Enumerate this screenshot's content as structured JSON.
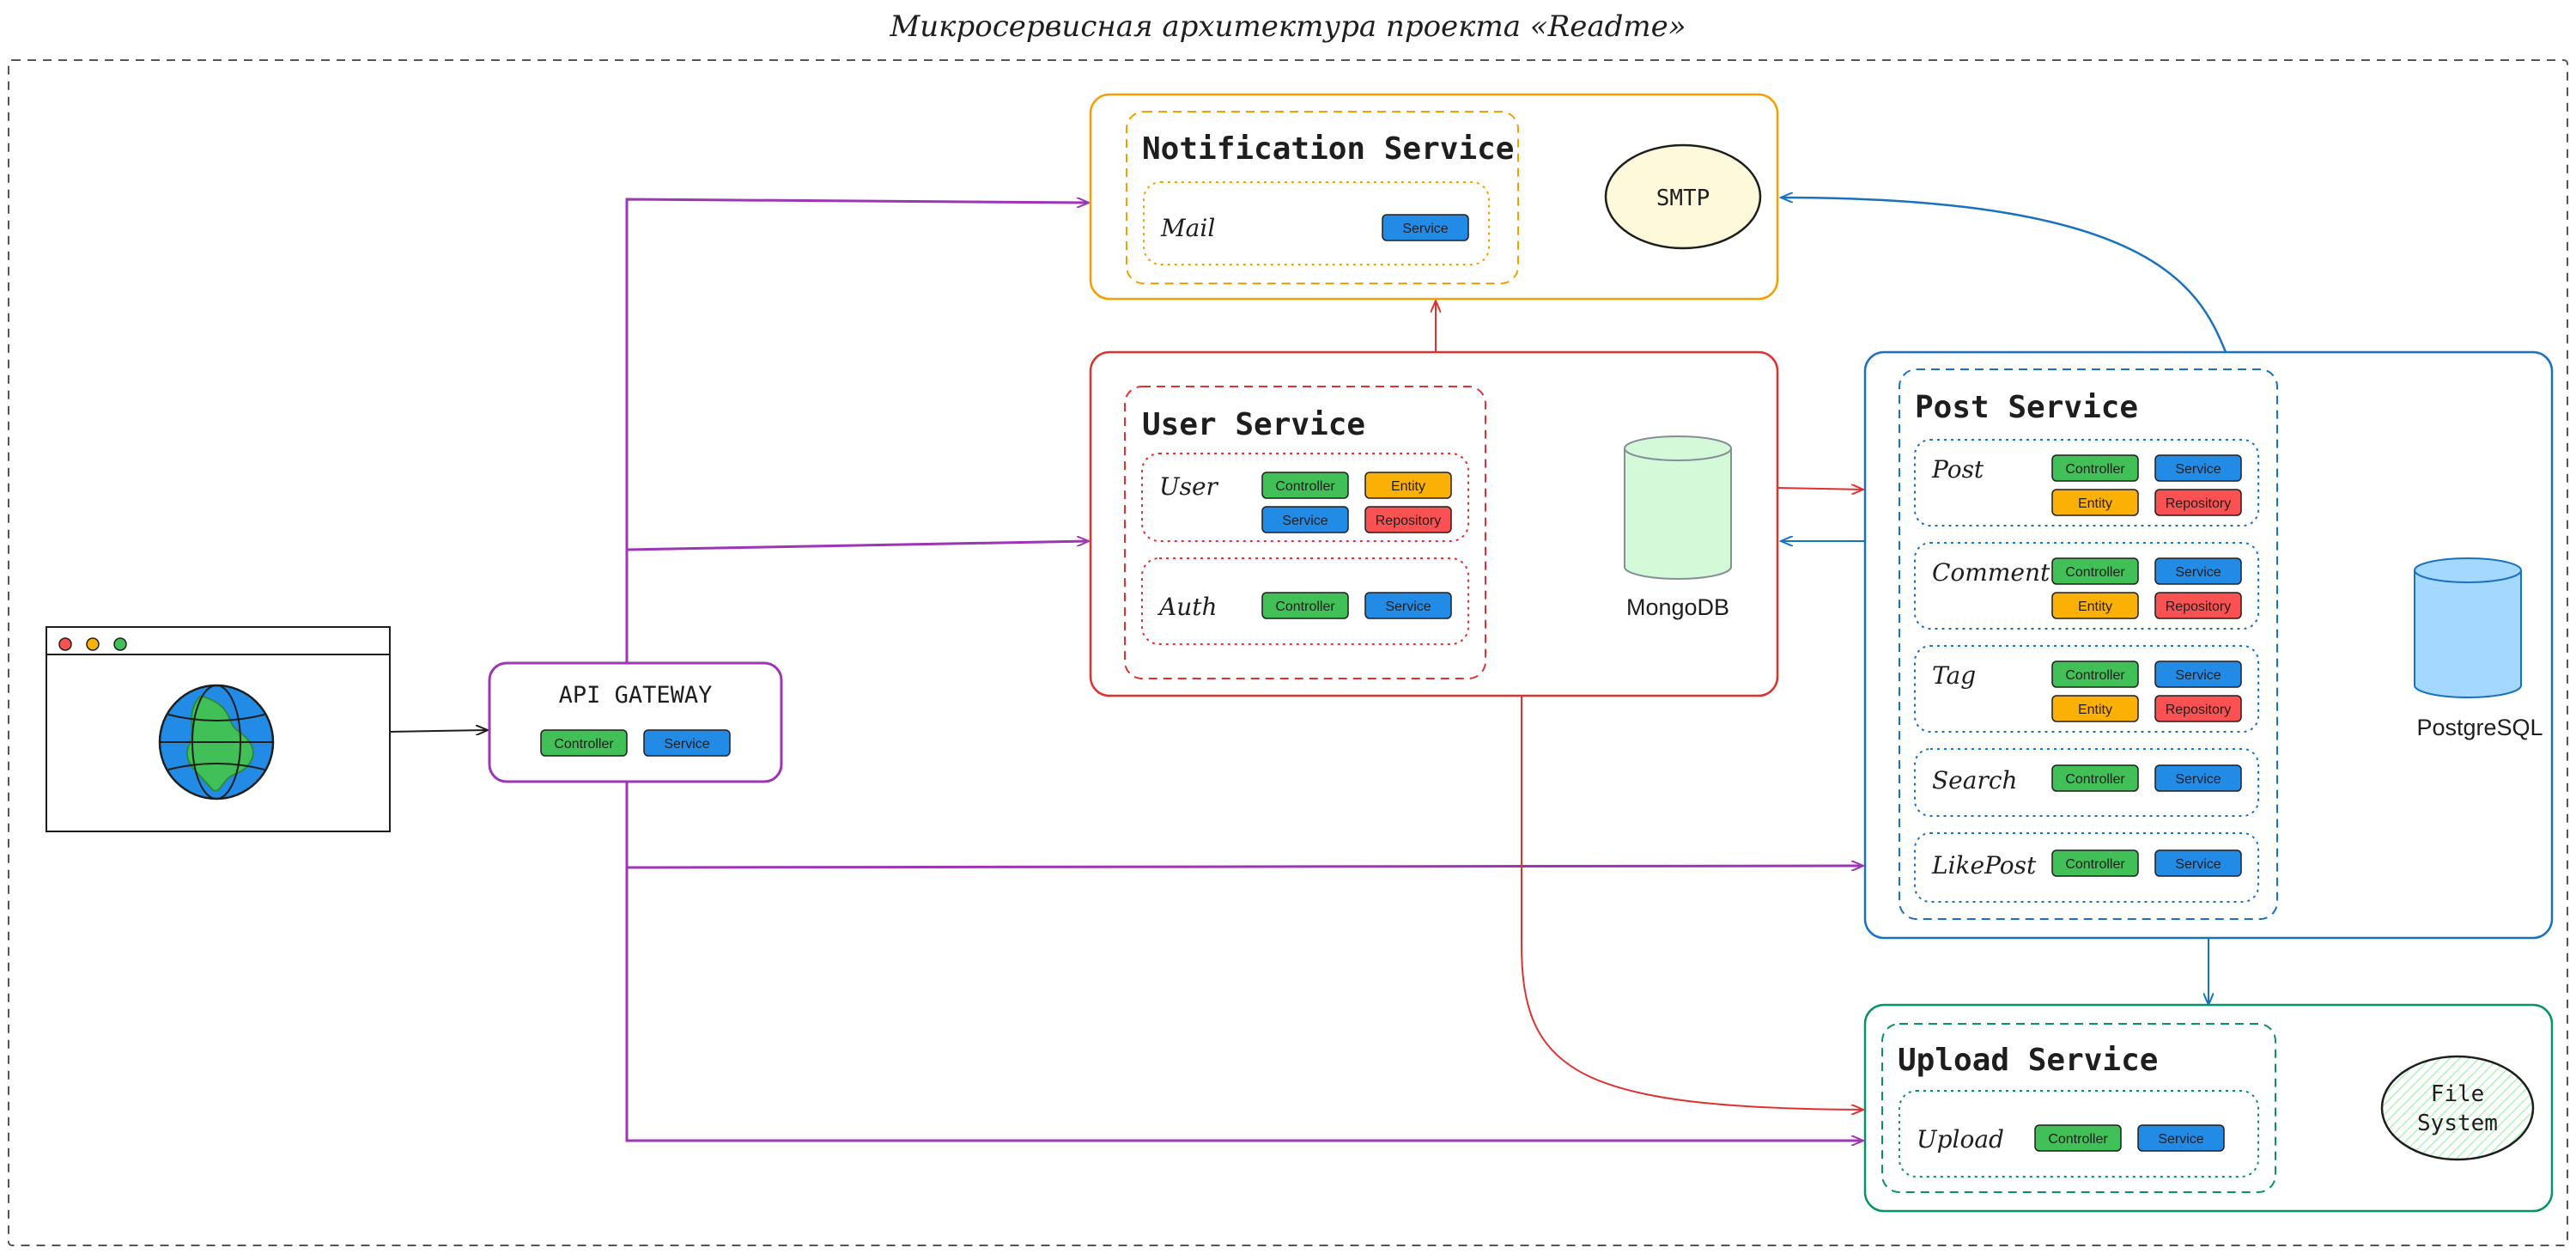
{
  "title": "Микросервисная архитектура проекта «Readme»",
  "gateway": {
    "label": "API GATEWAY",
    "chips": [
      "Controller",
      "Service"
    ]
  },
  "notification_service": {
    "title": "Notification Service",
    "modules": [
      {
        "label": "Mail",
        "chips": [
          "Service"
        ]
      }
    ]
  },
  "user_service": {
    "title": "User Service",
    "modules": [
      {
        "label": "User",
        "chips": [
          "Controller",
          "Entity",
          "Service",
          "Repository"
        ]
      },
      {
        "label": "Auth",
        "chips": [
          "Controller",
          "Service"
        ]
      }
    ]
  },
  "post_service": {
    "title": "Post Service",
    "modules": [
      {
        "label": "Post",
        "chips": [
          "Controller",
          "Service",
          "Entity",
          "Repository"
        ]
      },
      {
        "label": "Comment",
        "chips": [
          "Controller",
          "Service",
          "Entity",
          "Repository"
        ]
      },
      {
        "label": "Tag",
        "chips": [
          "Controller",
          "Service",
          "Entity",
          "Repository"
        ]
      },
      {
        "label": "Search",
        "chips": [
          "Controller",
          "Service"
        ]
      },
      {
        "label": "LikePost",
        "chips": [
          "Controller",
          "Service"
        ]
      }
    ]
  },
  "upload_service": {
    "title": "Upload Service",
    "modules": [
      {
        "label": "Upload",
        "chips": [
          "Controller",
          "Service"
        ]
      }
    ]
  },
  "stores": {
    "smtp": "SMTP",
    "mongodb": "MongoDB",
    "postgresql": "PostgreSQL",
    "file_system_line1": "File",
    "file_system_line2": "System"
  },
  "icons": {
    "browser": "browser-window-icon",
    "globe": "globe-icon"
  },
  "colors": {
    "gateway": "#9c36b5",
    "notification": "#f59f00",
    "user": "#e03131",
    "post": "#1971c2",
    "upload": "#099268",
    "controller": "#40c057",
    "service": "#228be6",
    "entity": "#fab005",
    "repository": "#fa5252"
  }
}
